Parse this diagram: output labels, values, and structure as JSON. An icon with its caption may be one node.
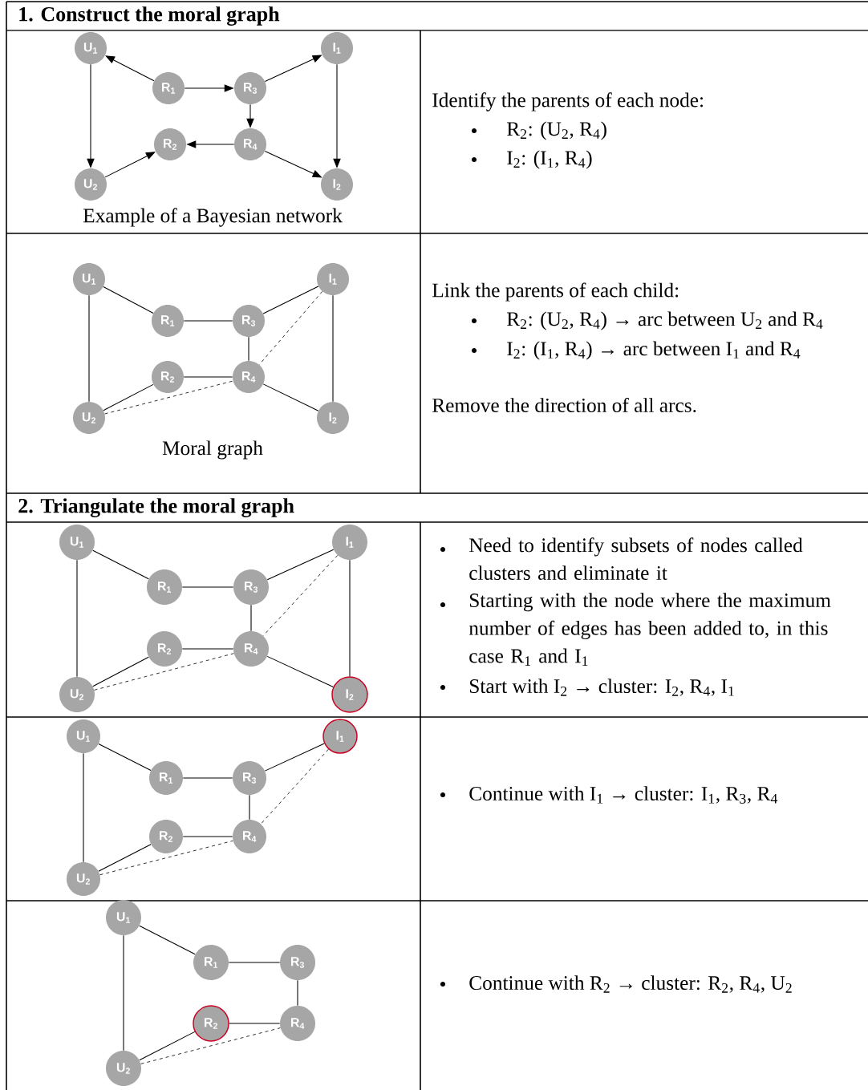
{
  "diagram": {
    "nodes": [
      {
        "text": [
          "U$_{1}$"
        ]
      },
      {
        "text": [
          "R$_{1}$"
        ]
      },
      {
        "text": [
          "R$_{3}$"
        ]
      },
      {
        "text": [
          "I$_{1}$"
        ]
      },
      {
        "text": [
          "R$_{2}$"
        ]
      },
      {
        "text": [
          "R$_{4}$"
        ]
      },
      {
        "text": [
          "U$_{2}$"
        ]
      },
      {
        "text": [
          "I$_{2}$"
        ]
      },
      {
        "text": [
          "U$_{1}$"
        ]
      },
      {
        "text": [
          "R$_{1}$"
        ]
      },
      {
        "text": [
          "R$_{3}$"
        ]
      },
      {
        "text": [
          "I$_{1}$"
        ]
      },
      {
        "text": [
          "R$_{2}$"
        ]
      },
      {
        "text": [
          "R$_{4}$"
        ]
      },
      {
        "text": [
          "U$_{2}$"
        ]
      },
      {
        "text": [
          "I$_{2}$"
        ]
      },
      {
        "text": [
          "U$_{1}$"
        ]
      },
      {
        "text": [
          "R$_{1}$"
        ]
      },
      {
        "text": [
          "R$_{3}$"
        ]
      },
      {
        "text": [
          "I$_{1}$"
        ]
      },
      {
        "text": [
          "R$_{2}$"
        ]
      },
      {
        "text": [
          "R$_{4}$"
        ]
      },
      {
        "text": [
          "U$_{2}$"
        ]
      },
      {
        "text": [
          "I$_{2}$"
        ]
      },
      {
        "text": [
          "U$_{1}$"
        ]
      },
      {
        "text": [
          "R$_{1}$"
        ]
      },
      {
        "text": [
          "R$_{3}$"
        ]
      },
      {
        "text": [
          "I$_{1}$"
        ]
      },
      {
        "text": [
          "R$_{2}$"
        ]
      },
      {
        "text": [
          "R$_{4}$"
        ]
      },
      {
        "text": [
          "U$_{2}$"
        ]
      },
      {
        "text": [
          "U$_{1}$"
        ]
      },
      {
        "text": [
          "R$_{1}$"
        ]
      },
      {
        "text": [
          "R$_{3}$"
        ]
      },
      {
        "text": [
          "R$_{2}$"
        ]
      },
      {
        "text": [
          "R$_{4}$"
        ]
      },
      {
        "text": [
          "U$_{2}$"
        ]
      }
    ],
    "edges": [
      {
        "from": 1,
        "to": 0,
        "arrow": "to"
      },
      {
        "from": 1,
        "to": 2,
        "arrow": "to"
      },
      {
        "from": 2,
        "to": 3,
        "arrow": "to"
      },
      {
        "from": 2,
        "to": 5,
        "arrow": "to"
      },
      {
        "from": 5,
        "to": 4,
        "arrow": "to"
      },
      {
        "from": 6,
        "to": 4,
        "arrow": "to"
      },
      {
        "from": 0,
        "to": 6,
        "arrow": "to"
      },
      {
        "from": 3,
        "to": 7,
        "arrow": "to"
      },
      {
        "from": 5,
        "to": 7,
        "arrow": "to"
      },
      {
        "from": 8,
        "to": 9,
        "arrow": "none"
      },
      {
        "from": 9,
        "to": 10,
        "arrow": "none"
      },
      {
        "from": 10,
        "to": 11,
        "arrow": "none"
      },
      {
        "from": 10,
        "to": 13,
        "arrow": "none"
      },
      {
        "from": 13,
        "to": 12,
        "arrow": "none"
      },
      {
        "from": 14,
        "to": 12,
        "arrow": "none"
      },
      {
        "from": 8,
        "to": 14,
        "arrow": "none"
      },
      {
        "from": 11,
        "to": 15,
        "arrow": "none"
      },
      {
        "from": 13,
        "to": 15,
        "arrow": "none"
      },
      {
        "from": 14,
        "to": 13,
        "arrow": "none",
        "style": "dashed"
      },
      {
        "from": 11,
        "to": 13,
        "arrow": "none",
        "style": "dashed"
      },
      {
        "from": 16,
        "to": 17,
        "arrow": "none"
      },
      {
        "from": 17,
        "to": 18,
        "arrow": "none"
      },
      {
        "from": 18,
        "to": 19,
        "arrow": "none"
      },
      {
        "from": 18,
        "to": 21,
        "arrow": "none"
      },
      {
        "from": 21,
        "to": 20,
        "arrow": "none"
      },
      {
        "from": 22,
        "to": 20,
        "arrow": "none"
      },
      {
        "from": 16,
        "to": 22,
        "arrow": "none"
      },
      {
        "from": 19,
        "to": 23,
        "arrow": "none"
      },
      {
        "from": 21,
        "to": 23,
        "arrow": "none"
      },
      {
        "from": 22,
        "to": 21,
        "arrow": "none",
        "style": "dashed"
      },
      {
        "from": 19,
        "to": 21,
        "arrow": "none",
        "style": "dashed"
      },
      {
        "from": 24,
        "to": 25,
        "arrow": "none"
      },
      {
        "from": 25,
        "to": 26,
        "arrow": "none"
      },
      {
        "from": 26,
        "to": 27,
        "arrow": "none"
      },
      {
        "from": 26,
        "to": 29,
        "arrow": "none"
      },
      {
        "from": 29,
        "to": 28,
        "arrow": "none"
      },
      {
        "from": 30,
        "to": 28,
        "arrow": "none"
      },
      {
        "from": 24,
        "to": 30,
        "arrow": "none"
      },
      {
        "from": 30,
        "to": 29,
        "arrow": "none",
        "style": "dashed"
      },
      {
        "from": 27,
        "to": 29,
        "arrow": "none",
        "style": "dashed"
      },
      {
        "from": 31,
        "to": 32,
        "arrow": "none"
      },
      {
        "from": 32,
        "to": 33,
        "arrow": "none"
      },
      {
        "from": 33,
        "to": 35,
        "arrow": "none"
      },
      {
        "from": 35,
        "to": 34,
        "arrow": "none"
      },
      {
        "from": 36,
        "to": 34,
        "arrow": "none"
      },
      {
        "from": 31,
        "to": 36,
        "arrow": "none"
      },
      {
        "from": 36,
        "to": 35,
        "arrow": "none",
        "style": "dashed"
      }
    ],
    "labels": [
      "1. Construct the moral graph",
      "Example of a Bayesian network",
      "Identify the parents of each node:",
      "R$_{2}$: (U$_{2}$, R$_{4}$)",
      "I$_{2}$: (I$_{1}$, R$_{4}$)",
      "Moral graph",
      "Link the parents of each child:",
      "R$_{2}$: (U$_{2}$, R$_{4}$) → arc between U$_{2}$ and R$_{4}$",
      "I$_{2}$: (I$_{1}$, R$_{4}$) → arc between I$_{1}$ and R$_{4}$",
      "Remove the direction of all arcs.",
      "2. Triangulate the moral graph",
      "Need to identify subsets of nodes called clusters and eliminate it",
      "Starting with the node where the maximum number of edges has been added to, in this case R$_{1}$ and I$_{1}$",
      "Start with I$_{2}$ → cluster: I$_{2}$, R$_{4}$, I$_{1}$",
      "Continue with I$_{1}$ → cluster: I$_{1}$, R$_{3}$, R$_{4}$",
      "Continue with R$_{2}$ → cluster: R$_{2}$, R$_{4}$, U$_{2}$"
    ]
  }
}
